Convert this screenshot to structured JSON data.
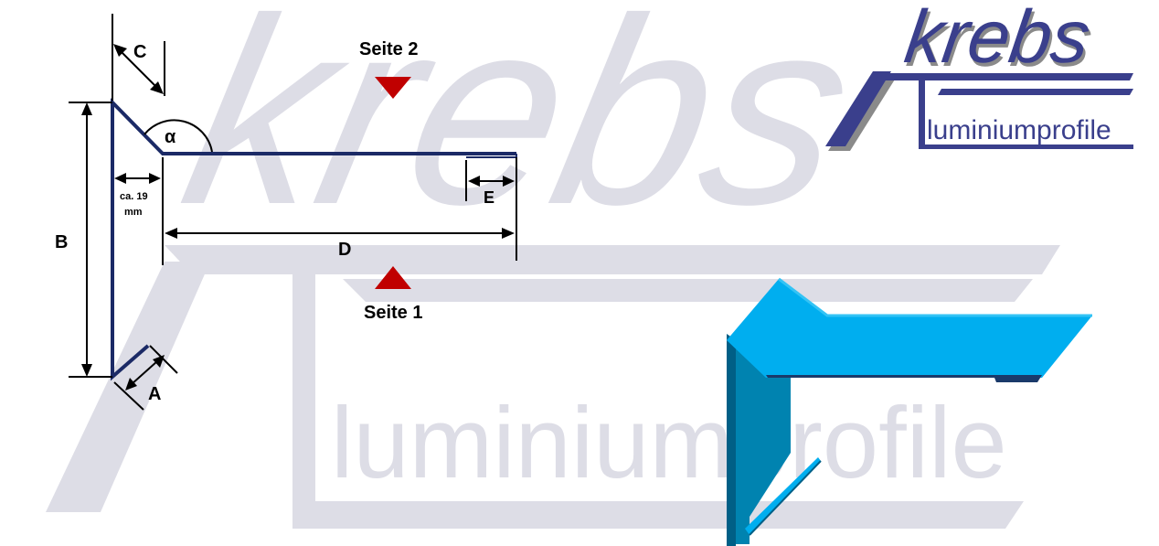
{
  "labels": {
    "dim_a": "A",
    "dim_b": "B",
    "dim_c": "C",
    "dim_d": "D",
    "dim_e": "E",
    "angle": "α",
    "approx_line1": "ca. 19",
    "approx_line2": "mm",
    "side2": "Seite 2",
    "side1": "Seite 1"
  },
  "watermark": {
    "word": "krebs",
    "subword": "luminiumprofile"
  },
  "logo": {
    "word": "krebs",
    "subword": "luminiumprofile"
  },
  "colors": {
    "profile_line": "#1b2a66",
    "marker": "#c00000",
    "watermark": "#dddde6",
    "logo_word": "#3a3f8c",
    "logo_shadow": "#8a8a8a",
    "render_top": "#00aeef",
    "render_side": "#0083b0",
    "render_dark": "#005f86"
  }
}
